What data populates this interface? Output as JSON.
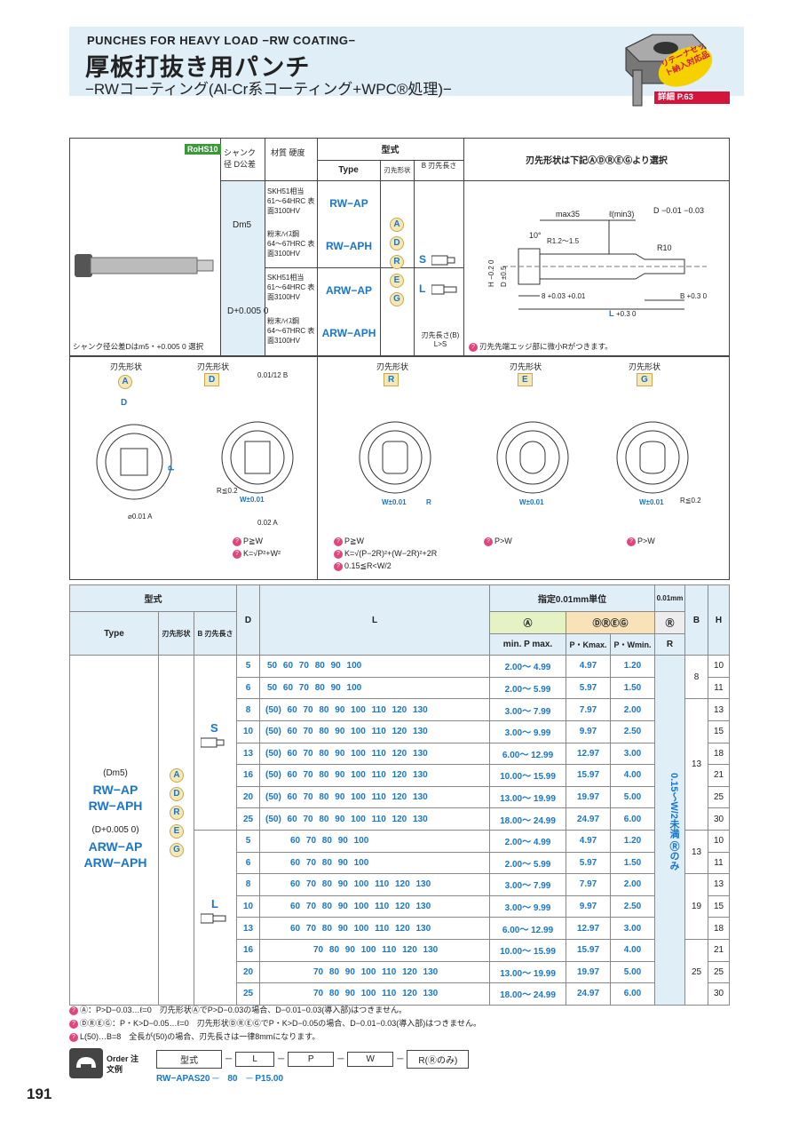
{
  "header": {
    "subtitle": "PUNCHES FOR HEAVY LOAD −RW COATING−",
    "title": "厚板打抜き用パンチ",
    "description": "−RWコーティング(Al-Cr系コーティング+WPC®処理)−",
    "badge": "リテーナセット納入対応品",
    "detail": "詳細 P.63"
  },
  "top_table": {
    "rohs": "RoHS10",
    "col_shank": "シャンク径 D公差",
    "col_material": "材質 硬度",
    "col_type_group": "型式",
    "col_type": "Type",
    "col_tipshape": "刃先形状",
    "col_b": "B 刃先長さ",
    "col_select": "刃先形状は下記ⒶⒹⓇⒺⒼより選択",
    "d_m5": "Dm5",
    "d_tol": "D+0.005 0",
    "rows": [
      {
        "material": "SKH51相当 61〜64HRC 表面3100HV",
        "type": "RW−AP"
      },
      {
        "material": "粉末ﾊｲｽ鋼 64〜67HRC 表面3100HV",
        "type": "RW−APH"
      },
      {
        "material": "SKH51相当 61〜64HRC 表面3100HV",
        "type": "ARW−AP"
      },
      {
        "material": "粉末ﾊｲｽ鋼 64〜67HRC 表面3100HV",
        "type": "ARW−APH"
      }
    ],
    "shapes": [
      "A",
      "D",
      "R",
      "E",
      "G"
    ],
    "b_labels": [
      "S",
      "L"
    ],
    "b_note": "刃先長さ(B) L>S",
    "shank_note": "シャンク径公差Dはm5・+0.005 0 選択",
    "drawing_note": "刃先先端エッジ部に微小Rがつきます。"
  },
  "shapes_row": {
    "label": "刃先形状",
    "items": [
      {
        "letter": "A",
        "notes": [
          "P≧W",
          "K=√P²+W²"
        ]
      },
      {
        "letter": "D",
        "notes": []
      },
      {
        "letter": "R",
        "notes": [
          "P≧W",
          "K=√(P−2R)²+(W−2R)²+2R",
          "0.15≦R<W/2"
        ]
      },
      {
        "letter": "E",
        "notes": [
          "P>W"
        ]
      },
      {
        "letter": "G",
        "notes": [
          "P>W"
        ]
      }
    ]
  },
  "spec": {
    "h_type_group": "型式",
    "h_type": "Type",
    "h_tip": "刃先形状",
    "h_b": "B 刃先長さ",
    "h_d": "D",
    "h_l": "L",
    "h_unit": "指定0.01mm単位",
    "h_unit2": "0.01mm",
    "h_a": "Ⓐ",
    "h_dreg": "ⒹⓇⒺⒼ",
    "h_r": "Ⓡ",
    "h_minp": "min. P max.",
    "h_pk": "P・Kmax.",
    "h_pw": "P・Wmin.",
    "h_rr": "R",
    "h_bb": "B",
    "h_hh": "H",
    "type_names": [
      "(Dm5)",
      "RW−AP",
      "RW−APH",
      "(D+0.005 0)",
      "ARW−AP",
      "ARW−APH"
    ],
    "r_note": "0.15〜W/2未満 Ⓡのみ",
    "rows": [
      {
        "d": "5",
        "l": "50 60 70 80 90 100",
        "p": "2.00〜 4.99",
        "pk": "4.97",
        "pw": "1.20",
        "h": "10"
      },
      {
        "d": "6",
        "l": "50 60 70 80 90 100",
        "p": "2.00〜 5.99",
        "pk": "5.97",
        "pw": "1.50",
        "h": "11"
      },
      {
        "d": "8",
        "l": "(50) 60 70 80 90 100 110 120 130",
        "p": "3.00〜 7.99",
        "pk": "7.97",
        "pw": "2.00",
        "h": "13"
      },
      {
        "d": "10",
        "l": "(50) 60 70 80 90 100 110 120 130",
        "p": "3.00〜 9.99",
        "pk": "9.97",
        "pw": "2.50",
        "h": "15"
      },
      {
        "d": "13",
        "l": "(50) 60 70 80 90 100 110 120 130",
        "p": "6.00〜 12.99",
        "pk": "12.97",
        "pw": "3.00",
        "h": "18"
      },
      {
        "d": "16",
        "l": "(50) 60 70 80 90 100 110 120 130",
        "p": "10.00〜 15.99",
        "pk": "15.97",
        "pw": "4.00",
        "h": "21"
      },
      {
        "d": "20",
        "l": "(50) 60 70 80 90 100 110 120 130",
        "p": "13.00〜 19.99",
        "pk": "19.97",
        "pw": "5.00",
        "h": "25"
      },
      {
        "d": "25",
        "l": "(50) 60 70 80 90 100 110 120 130",
        "p": "18.00〜 24.99",
        "pk": "24.97",
        "pw": "6.00",
        "h": "30"
      },
      {
        "d": "5",
        "l": "60 70 80 90 100",
        "p": "2.00〜 4.99",
        "pk": "4.97",
        "pw": "1.20",
        "h": "10"
      },
      {
        "d": "6",
        "l": "60 70 80 90 100",
        "p": "2.00〜 5.99",
        "pk": "5.97",
        "pw": "1.50",
        "h": "11"
      },
      {
        "d": "8",
        "l": "60 70 80 90 100 110 120 130",
        "p": "3.00〜 7.99",
        "pk": "7.97",
        "pw": "2.00",
        "h": "13"
      },
      {
        "d": "10",
        "l": "60 70 80 90 100 110 120 130",
        "p": "3.00〜 9.99",
        "pk": "9.97",
        "pw": "2.50",
        "h": "15"
      },
      {
        "d": "13",
        "l": "60 70 80 90 100 110 120 130",
        "p": "6.00〜 12.99",
        "pk": "12.97",
        "pw": "3.00",
        "h": "18"
      },
      {
        "d": "16",
        "l": "70 80 90 100 110 120 130",
        "p": "10.00〜 15.99",
        "pk": "15.97",
        "pw": "4.00",
        "h": "21"
      },
      {
        "d": "20",
        "l": "70 80 90 100 110 120 130",
        "p": "13.00〜 19.99",
        "pk": "19.97",
        "pw": "5.00",
        "h": "25"
      },
      {
        "d": "25",
        "l": "70 80 90 100 110 120 130",
        "p": "18.00〜 24.99",
        "pk": "24.97",
        "pw": "6.00",
        "h": "30"
      }
    ],
    "b_groups": [
      {
        "b": "8"
      },
      {
        "b": "13"
      },
      {
        "b": "19"
      },
      {
        "b": "13"
      },
      {
        "b": "19"
      },
      {
        "b": "25"
      }
    ],
    "blade_labels": [
      "S",
      "L"
    ]
  },
  "footnotes": [
    "Ⓐ：P>D−0.03…ℓ=0　刃先形状ⒶでP>D−0.03の場合、D−0.01−0.03(導入部)はつきません。",
    "ⒹⓇⒺⒼ：P・K>D−0.05…ℓ=0　刃先形状ⒹⓇⒺⒼでP・K>D−0.05の場合、D−0.01−0.03(導入部)はつきません。",
    "L(50)…B=8　全長が(50)の場合、刃先長さは一律8mmになります。"
  ],
  "order": {
    "label": "Order 注文例",
    "cols": [
      "型式",
      "L",
      "P",
      "W",
      "R(Ⓡのみ)"
    ],
    "example": "RW−APAS20 ─　80　─ P15.00"
  },
  "page_number": "191"
}
